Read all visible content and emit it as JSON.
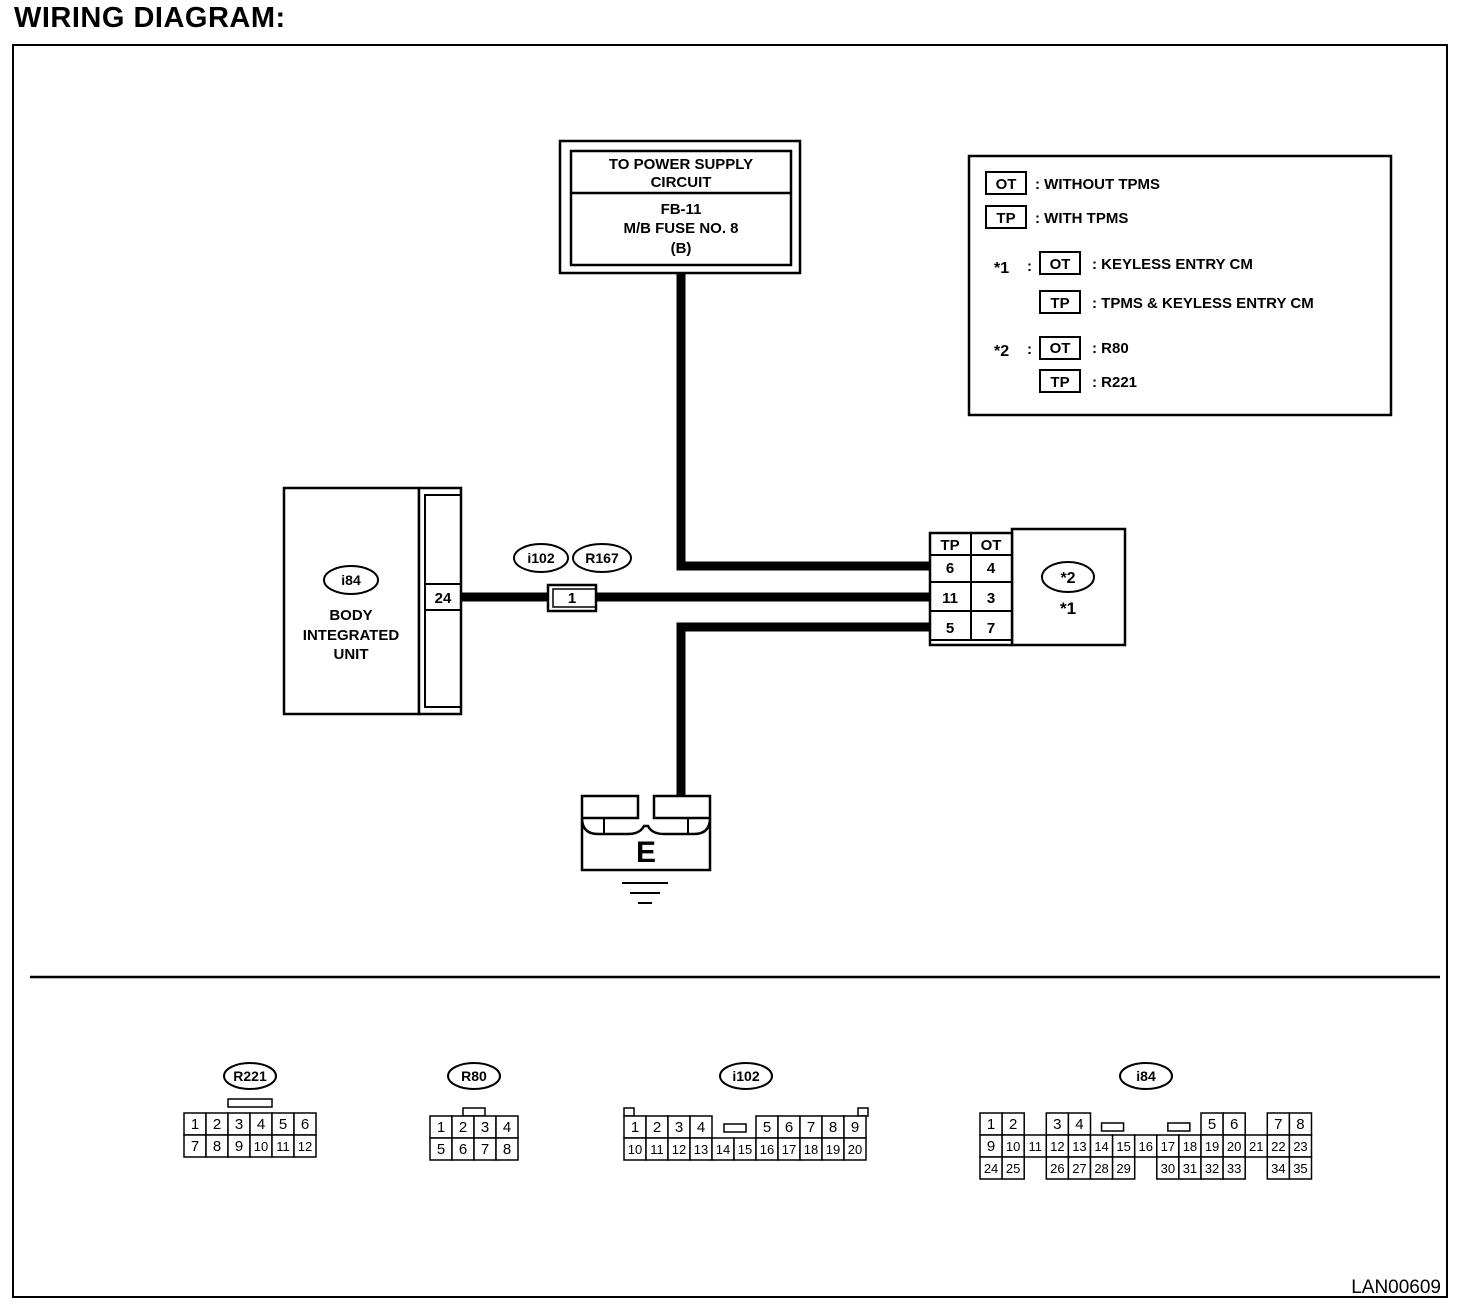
{
  "heading": "WIRING DIAGRAM:",
  "drawing_number": "LAN00609",
  "power_supply": {
    "line1": "TO POWER SUPPLY",
    "line2": "CIRCUIT",
    "fuse_line1": "FB-11",
    "fuse_line2": "M/B FUSE NO. 8",
    "fuse_line3": "(B)"
  },
  "legend": {
    "ot_code": "OT",
    "ot_desc": ": WITHOUT TPMS",
    "tp_code": "TP",
    "tp_desc": ": WITH TPMS",
    "star1": "*1",
    "colon": ":",
    "star1_ot": ": KEYLESS ENTRY CM",
    "star1_tp": ": TPMS & KEYLESS ENTRY CM",
    "star2": "*2",
    "star2_ot": ": R80",
    "star2_tp": ": R221"
  },
  "body_unit": {
    "connector": "i84",
    "line1": "BODY",
    "line2": "INTEGRATED",
    "line3": "UNIT",
    "pin": "24"
  },
  "joint": {
    "connector_a": "i102",
    "connector_b": "R167",
    "pin": "1"
  },
  "module": {
    "col_tp": "TP",
    "col_ot": "OT",
    "row1_tp": "6",
    "row1_ot": "4",
    "row2_tp": "11",
    "row2_ot": "3",
    "row3_tp": "5",
    "row3_ot": "7",
    "connector": "*2",
    "label": "*1"
  },
  "ground": {
    "label": "E"
  },
  "connector_views": {
    "r221": {
      "name": "R221",
      "row1": [
        "1",
        "2",
        "3",
        "4",
        "5",
        "6"
      ],
      "row2": [
        "7",
        "8",
        "9",
        "10",
        "11",
        "12"
      ]
    },
    "r80": {
      "name": "R80",
      "row1": [
        "1",
        "2",
        "3",
        "4"
      ],
      "row2": [
        "5",
        "6",
        "7",
        "8"
      ]
    },
    "i102": {
      "name": "i102",
      "row1_left": [
        "1",
        "2",
        "3",
        "4"
      ],
      "row1_right": [
        "5",
        "6",
        "7",
        "8",
        "9"
      ],
      "row2": [
        "10",
        "11",
        "12",
        "13",
        "14",
        "15",
        "16",
        "17",
        "18",
        "19",
        "20"
      ]
    },
    "i84": {
      "name": "i84",
      "row1": [
        "1",
        "2",
        "3",
        "4",
        "5",
        "6",
        "7",
        "8"
      ],
      "row2": [
        "9",
        "10",
        "11",
        "12",
        "13",
        "14",
        "15",
        "16",
        "17",
        "18",
        "19",
        "20",
        "21",
        "22",
        "23"
      ],
      "row3": [
        "24",
        "25",
        "26",
        "27",
        "28",
        "29",
        "30",
        "31",
        "32",
        "33",
        "34",
        "35"
      ]
    }
  }
}
